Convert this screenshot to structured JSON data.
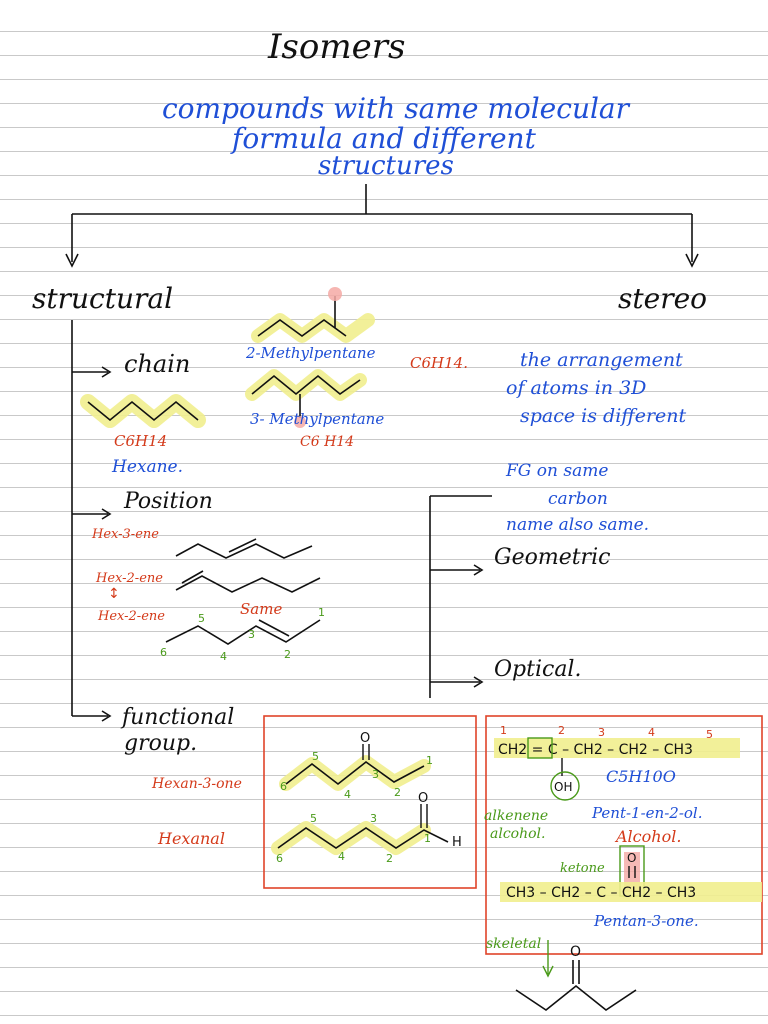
{
  "title": "Isomers",
  "definition": {
    "line1": "compounds with same molecular",
    "line2": "formula and different",
    "line3": "structures"
  },
  "branches": {
    "left": "structural",
    "right": "stereo"
  },
  "structural": {
    "chain": {
      "label": "chain",
      "formula": "C6H14",
      "name": "Hexane.",
      "isomer1": "2-Methylpentane",
      "isomer1_formula": "C6H14.",
      "isomer2": "3- Methylpentane",
      "isomer2_formula": "C6 H14"
    },
    "position": {
      "label": "Position",
      "isomer1": "Hex-3-ene",
      "isomer2": "Hex-2-ene",
      "isomer3": "Hex-2-ene",
      "same": "Same",
      "numbers": [
        "6",
        "5",
        "4",
        "3",
        "2",
        "1"
      ]
    },
    "functional": {
      "label_line1": "functional",
      "label_line2": "group.",
      "ketone_name": "Hexan-3-one",
      "aldehyde_name": "Hexanal",
      "oxygen": "O",
      "hydrogen": "H",
      "ketone_numbers": [
        "6",
        "5",
        "4",
        "3",
        "2",
        "1"
      ],
      "aldehyde_numbers": [
        "6",
        "5",
        "4",
        "3",
        "2",
        "1"
      ]
    }
  },
  "stereo": {
    "description_line1": "the arrangement",
    "description_line2": "of atoms in 3D",
    "description_line3": "space is different",
    "fg_line1": "FG on same",
    "fg_line2": "carbon",
    "fg_line3": "name also same.",
    "geometric": "Geometric",
    "optical": "Optical."
  },
  "right_box": {
    "numbers": [
      "1",
      "2",
      "3",
      "4",
      "5"
    ],
    "chain_line": "CH2 = C – CH2 – CH2 – CH3",
    "oh": "OH",
    "formula": "C5H10O",
    "alkenene_label": "alkenene",
    "alcohol_label": "alcohol.",
    "alcohol_name": "Pent-1-en-2-ol.",
    "alcohol_heading": "Alcohol.",
    "ketone_label": "ketone",
    "oxygen": "O",
    "ketone_chain": "CH3 – CH2 – C – CH2 – CH3",
    "ketone_name": "Pentan-3-one.",
    "skeletal_label": "skeletal",
    "skeletal_oxygen": "O"
  },
  "colors": {
    "ink": "#111111",
    "blue": "#1f4fd6",
    "red": "#d43a1a",
    "green": "#4a9a1a",
    "highlight": "#f1ee8e",
    "pink": "#f4a9a4"
  }
}
